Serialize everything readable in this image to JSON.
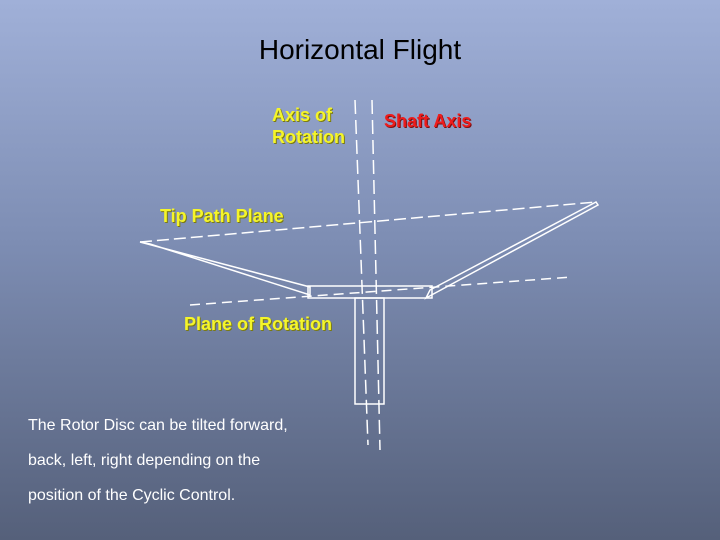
{
  "slide": {
    "title": "Horizontal Flight",
    "labels": {
      "axis_of_rotation_line1": "Axis of",
      "axis_of_rotation_line2": "Rotation",
      "shaft_axis": "Shaft Axis",
      "tip_path_plane": "Tip Path Plane",
      "plane_of_rotation": "Plane of Rotation"
    },
    "body_lines": [
      "The Rotor Disc can be tilted forward,",
      "back, left, right depending on the",
      "position of the Cyclic Control."
    ]
  },
  "colors": {
    "axis_label": "#f5f52a",
    "shaft_label": "#ee1c1c",
    "lines": "#ffffff"
  }
}
